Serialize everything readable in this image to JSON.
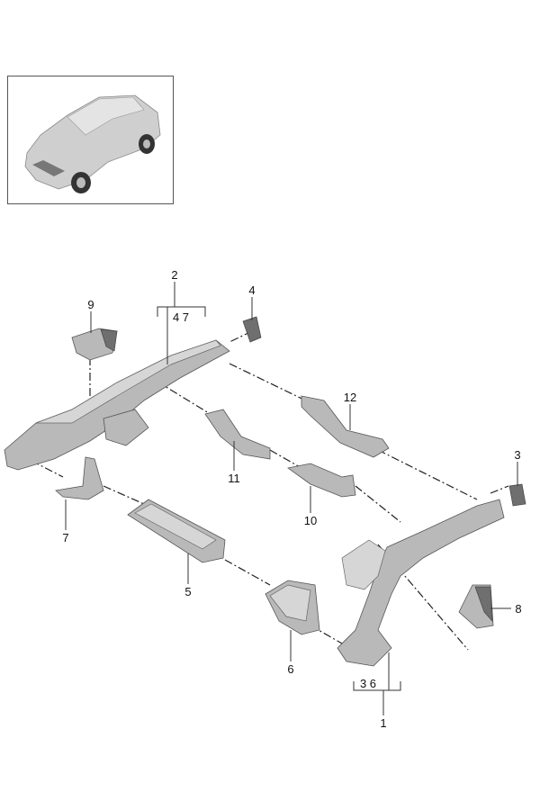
{
  "diagram": {
    "callouts": [
      {
        "id": "2",
        "sub": "4 7"
      },
      {
        "id": "4"
      },
      {
        "id": "9"
      },
      {
        "id": "12"
      },
      {
        "id": "3"
      },
      {
        "id": "11"
      },
      {
        "id": "10"
      },
      {
        "id": "7"
      },
      {
        "id": "5"
      },
      {
        "id": "8"
      },
      {
        "id": "6"
      },
      {
        "id": "1",
        "sub": "3 6"
      }
    ]
  }
}
